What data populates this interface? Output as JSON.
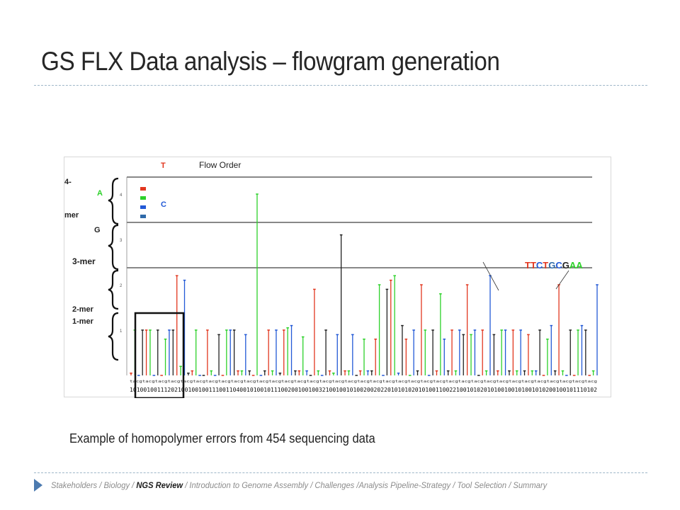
{
  "slide": {
    "title": "GS FLX Data analysis – flowgram generation",
    "caption": "Example of homopolymer errors from 454 sequencing data"
  },
  "figure": {
    "flow_order_label": "Flow Order",
    "flow_order_letters": [
      {
        "letter": "T",
        "color": "#e2371f"
      },
      {
        "letter": "A",
        "color": "#2dd12a"
      },
      {
        "letter": "C",
        "color": "#2259d6"
      },
      {
        "letter": "G",
        "color": "#222222"
      }
    ],
    "legend_colors": [
      "#e2371f",
      "#2dd12a",
      "#2259d6",
      "#2f6aa9"
    ],
    "mer_labels": {
      "four_top": "4-",
      "four_bottom": "mer",
      "three": "3-mer",
      "two": "2-mer",
      "one": "1-mer"
    },
    "sequence_annotation": [
      {
        "text": "TT",
        "color": "#e2371f"
      },
      {
        "text": "C",
        "color": "#2259d6"
      },
      {
        "text": "T",
        "color": "#e2371f"
      },
      {
        "text": "G",
        "color": "#2f6aa9"
      },
      {
        "text": "C",
        "color": "#2259d6"
      },
      {
        "text": "G",
        "color": "#222222"
      },
      {
        "text": "AA",
        "color": "#2dd12a"
      }
    ],
    "y_ticks": [
      "1",
      "2",
      "3",
      "4"
    ],
    "base_row": "tacgtacgtacgtacgtacgtacgtacgtacgtacgtacgtacgtacgtacgtacgtacgtacgtacgtacgtacgtacgtacgtacgtacgtacgtacgtacgtacgtacgtacgtacgtacgtacgtacgtacgtacgtacgtacg",
    "count_row": "1010010011120210010010011100110400101001011100200100100321001001010020020220101010201010011002210010102010100100101001010200100101110102",
    "flow_colors": {
      "T": "#e2371f",
      "A": "#2dd12a",
      "C": "#2259d6",
      "G": "#222222"
    },
    "flow_cycle": [
      "T",
      "A",
      "C",
      "G"
    ],
    "flow_values": [
      0.05,
      1.0,
      0.0,
      1.0,
      1.0,
      1.0,
      0.0,
      1.0,
      0.0,
      0.8,
      1.0,
      1.0,
      2.2,
      0.2,
      2.1,
      0.05,
      0.1,
      1.0,
      0.0,
      0.0,
      1.0,
      0.1,
      0.0,
      0.9,
      0.0,
      1.0,
      1.0,
      1.0,
      0.1,
      0.1,
      0.9,
      0.1,
      0.0,
      4.0,
      0.0,
      0.1,
      1.0,
      0.1,
      1.0,
      0.05,
      1.0,
      1.05,
      1.1,
      0.1,
      0.1,
      0.85,
      0.1,
      0.0,
      1.9,
      0.1,
      0.0,
      1.0,
      0.1,
      0.05,
      0.9,
      3.1,
      0.1,
      0.1,
      0.9,
      0.0,
      0.1,
      0.8,
      0.1,
      0.1,
      0.8,
      2.0,
      0.0,
      1.9,
      2.1,
      2.2,
      0.05,
      1.1,
      0.8,
      0.0,
      1.0,
      0.1,
      2.0,
      1.0,
      0.0,
      1.0,
      0.1,
      1.8,
      0.8,
      0.1,
      1.0,
      0.1,
      1.0,
      0.9,
      2.0,
      0.9,
      1.0,
      0.0,
      1.0,
      0.1,
      2.2,
      0.9,
      0.1,
      1.0,
      1.0,
      0.1,
      1.0,
      0.1,
      1.0,
      0.1,
      0.9,
      0.1,
      0.1,
      1.0,
      0.0,
      0.8,
      1.1,
      0.1,
      2.0,
      0.1,
      0.0,
      1.0,
      0.0,
      1.0,
      1.1,
      1.0,
      0.0,
      0.1,
      2.0
    ]
  },
  "footer": {
    "items": [
      {
        "label": "Stakeholders / ",
        "active": false
      },
      {
        "label": "Biology / ",
        "active": false
      },
      {
        "label": "NGS Review",
        "active": true
      },
      {
        "label": " / Introduction to Genome Assembly / ",
        "active": false
      },
      {
        "label": "Challenges /",
        "active": false
      },
      {
        "label": "Analysis Pipeline-Strategy / ",
        "active": false
      },
      {
        "label": "Tool Selection / ",
        "active": false
      },
      {
        "label": "Summary",
        "active": false
      }
    ]
  }
}
